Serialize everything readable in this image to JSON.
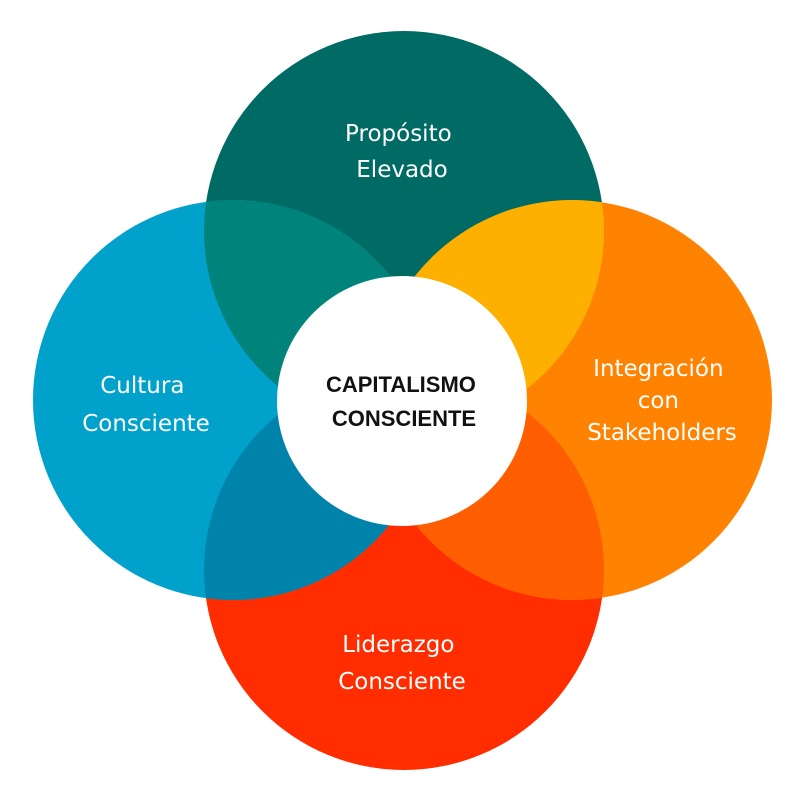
{
  "diagram": {
    "center": {
      "lines": [
        "CAPITALISMO",
        "CONSCIENTE"
      ],
      "color": "#ffffff"
    },
    "petals": [
      {
        "id": "top",
        "lines": [
          "Propósito",
          "Elevado"
        ],
        "color": "#006B64"
      },
      {
        "id": "right",
        "lines": [
          "Integración",
          "con",
          "Stakeholders"
        ],
        "color": "#FF8200"
      },
      {
        "id": "bottom",
        "lines": [
          "Liderazgo",
          "Consciente"
        ],
        "color": "#FF2D00"
      },
      {
        "id": "left",
        "lines": [
          "Cultura",
          "Consciente"
        ],
        "color": "#00A2CC"
      }
    ],
    "overlaps": {
      "top_left": "#00837A",
      "top_right": "#FDB000",
      "bottom_right": "#FF5E00",
      "bottom_left": "#0083AB"
    }
  }
}
